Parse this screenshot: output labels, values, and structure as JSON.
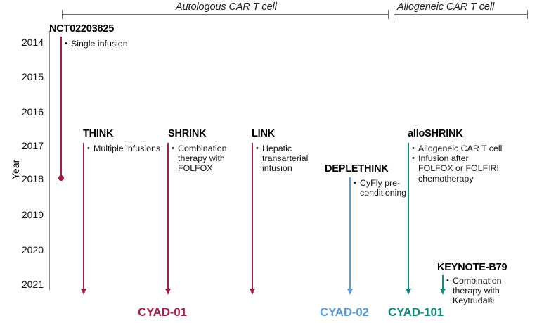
{
  "figure": {
    "axis_title": "Year",
    "years": [
      "2014",
      "2015",
      "2016",
      "2017",
      "2018",
      "2019",
      "2020",
      "2021"
    ]
  },
  "groups": [
    {
      "label": "Autologous CAR T cell"
    },
    {
      "label": "Allogeneic CAR T cell"
    }
  ],
  "colors": {
    "maroon": "#a01e4c",
    "blue": "#5b9bd5",
    "teal": "#0e8a7d",
    "axis": "#8c8c8c",
    "bracket": "#6e6e6e"
  },
  "trials": [
    {
      "name": "NCT02203825",
      "bullets": [
        "Single infusion"
      ],
      "color_key": "maroon",
      "end_style": "dot"
    },
    {
      "name": "THINK",
      "bullets": [
        "Multiple infusions"
      ],
      "color_key": "maroon",
      "end_style": "arrow"
    },
    {
      "name": "SHRINK",
      "bullets": [
        "Combination therapy with FOLFOX"
      ],
      "color_key": "maroon",
      "end_style": "arrow"
    },
    {
      "name": "LINK",
      "bullets": [
        "Hepatic transarterial infusion"
      ],
      "color_key": "maroon",
      "end_style": "arrow"
    },
    {
      "name": "DEPLETHINK",
      "bullets": [
        "CyFly pre-conditioning"
      ],
      "color_key": "blue",
      "end_style": "arrow"
    },
    {
      "name": "alloSHRINK",
      "bullets": [
        "Allogeneic CAR T cell",
        "Infusion after FOLFOX or FOLFIRI chemotherapy"
      ],
      "color_key": "teal",
      "end_style": "arrow"
    },
    {
      "name": "KEYNOTE-B79",
      "bullets": [
        "Combination therapy with Keytruda®"
      ],
      "color_key": "teal",
      "end_style": "arrow"
    }
  ],
  "products": [
    {
      "label": "CYAD-01",
      "color_key": "maroon"
    },
    {
      "label": "CYAD-02",
      "color_key": "blue"
    },
    {
      "label": "CYAD-101",
      "color_key": "teal"
    }
  ]
}
